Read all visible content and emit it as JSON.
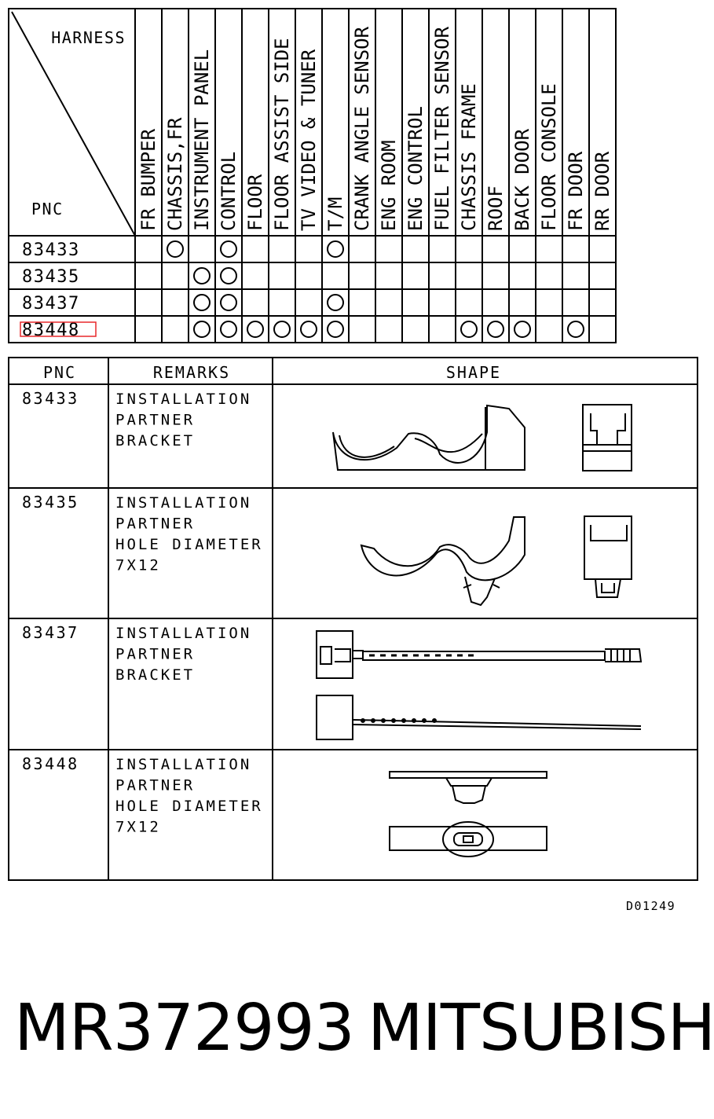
{
  "harness_table": {
    "corner_harness": "HARNESS",
    "corner_pnc": "PNC",
    "columns": [
      "FR BUMPER",
      "CHASSIS,FR",
      "INSTRUMENT PANEL",
      "CONTROL",
      "FLOOR",
      "FLOOR ASSIST SIDE",
      "TV VIDEO & TUNER",
      "T/M",
      "CRANK ANGLE SENSOR",
      "ENG ROOM",
      "ENG CONTROL",
      "FUEL FILTER SENSOR",
      "CHASSIS FRAME",
      "ROOF",
      "BACK DOOR",
      "FLOOR CONSOLE",
      "FR DOOR",
      "RR DOOR"
    ],
    "rows": [
      {
        "pnc": "83433",
        "marks": [
          1,
          3,
          7
        ]
      },
      {
        "pnc": "83435",
        "marks": [
          2,
          3
        ]
      },
      {
        "pnc": "83437",
        "marks": [
          2,
          3,
          7
        ]
      },
      {
        "pnc": "83448",
        "marks": [
          2,
          3,
          4,
          5,
          6,
          7,
          12,
          13,
          14,
          16
        ],
        "highlighted": true
      }
    ],
    "mark_symbol": "O"
  },
  "parts_table": {
    "headers": {
      "pnc": "PNC",
      "remarks": "REMARKS",
      "shape": "SHAPE"
    },
    "rows": [
      {
        "pnc": "83433",
        "remarks": [
          "INSTALLATION",
          "PARTNER",
          "BRACKET"
        ],
        "shape": "double-clamp-bracket"
      },
      {
        "pnc": "83435",
        "remarks": [
          "INSTALLATION",
          "PARTNER",
          "HOLE DIAMETER",
          "7X12"
        ],
        "shape": "double-clamp-clip"
      },
      {
        "pnc": "83437",
        "remarks": [
          "INSTALLATION",
          "PARTNER",
          "BRACKET"
        ],
        "shape": "cable-tie-band"
      },
      {
        "pnc": "83448",
        "remarks": [
          "INSTALLATION",
          "PARTNER",
          "HOLE DIAMETER",
          "7X12"
        ],
        "shape": "flat-clip"
      }
    ]
  },
  "diagram_code": "D01249",
  "footer": {
    "part_number": "MR372993",
    "brand": "MITSUBISHI"
  },
  "colors": {
    "line": "#000000",
    "highlight": "#e8292b"
  }
}
